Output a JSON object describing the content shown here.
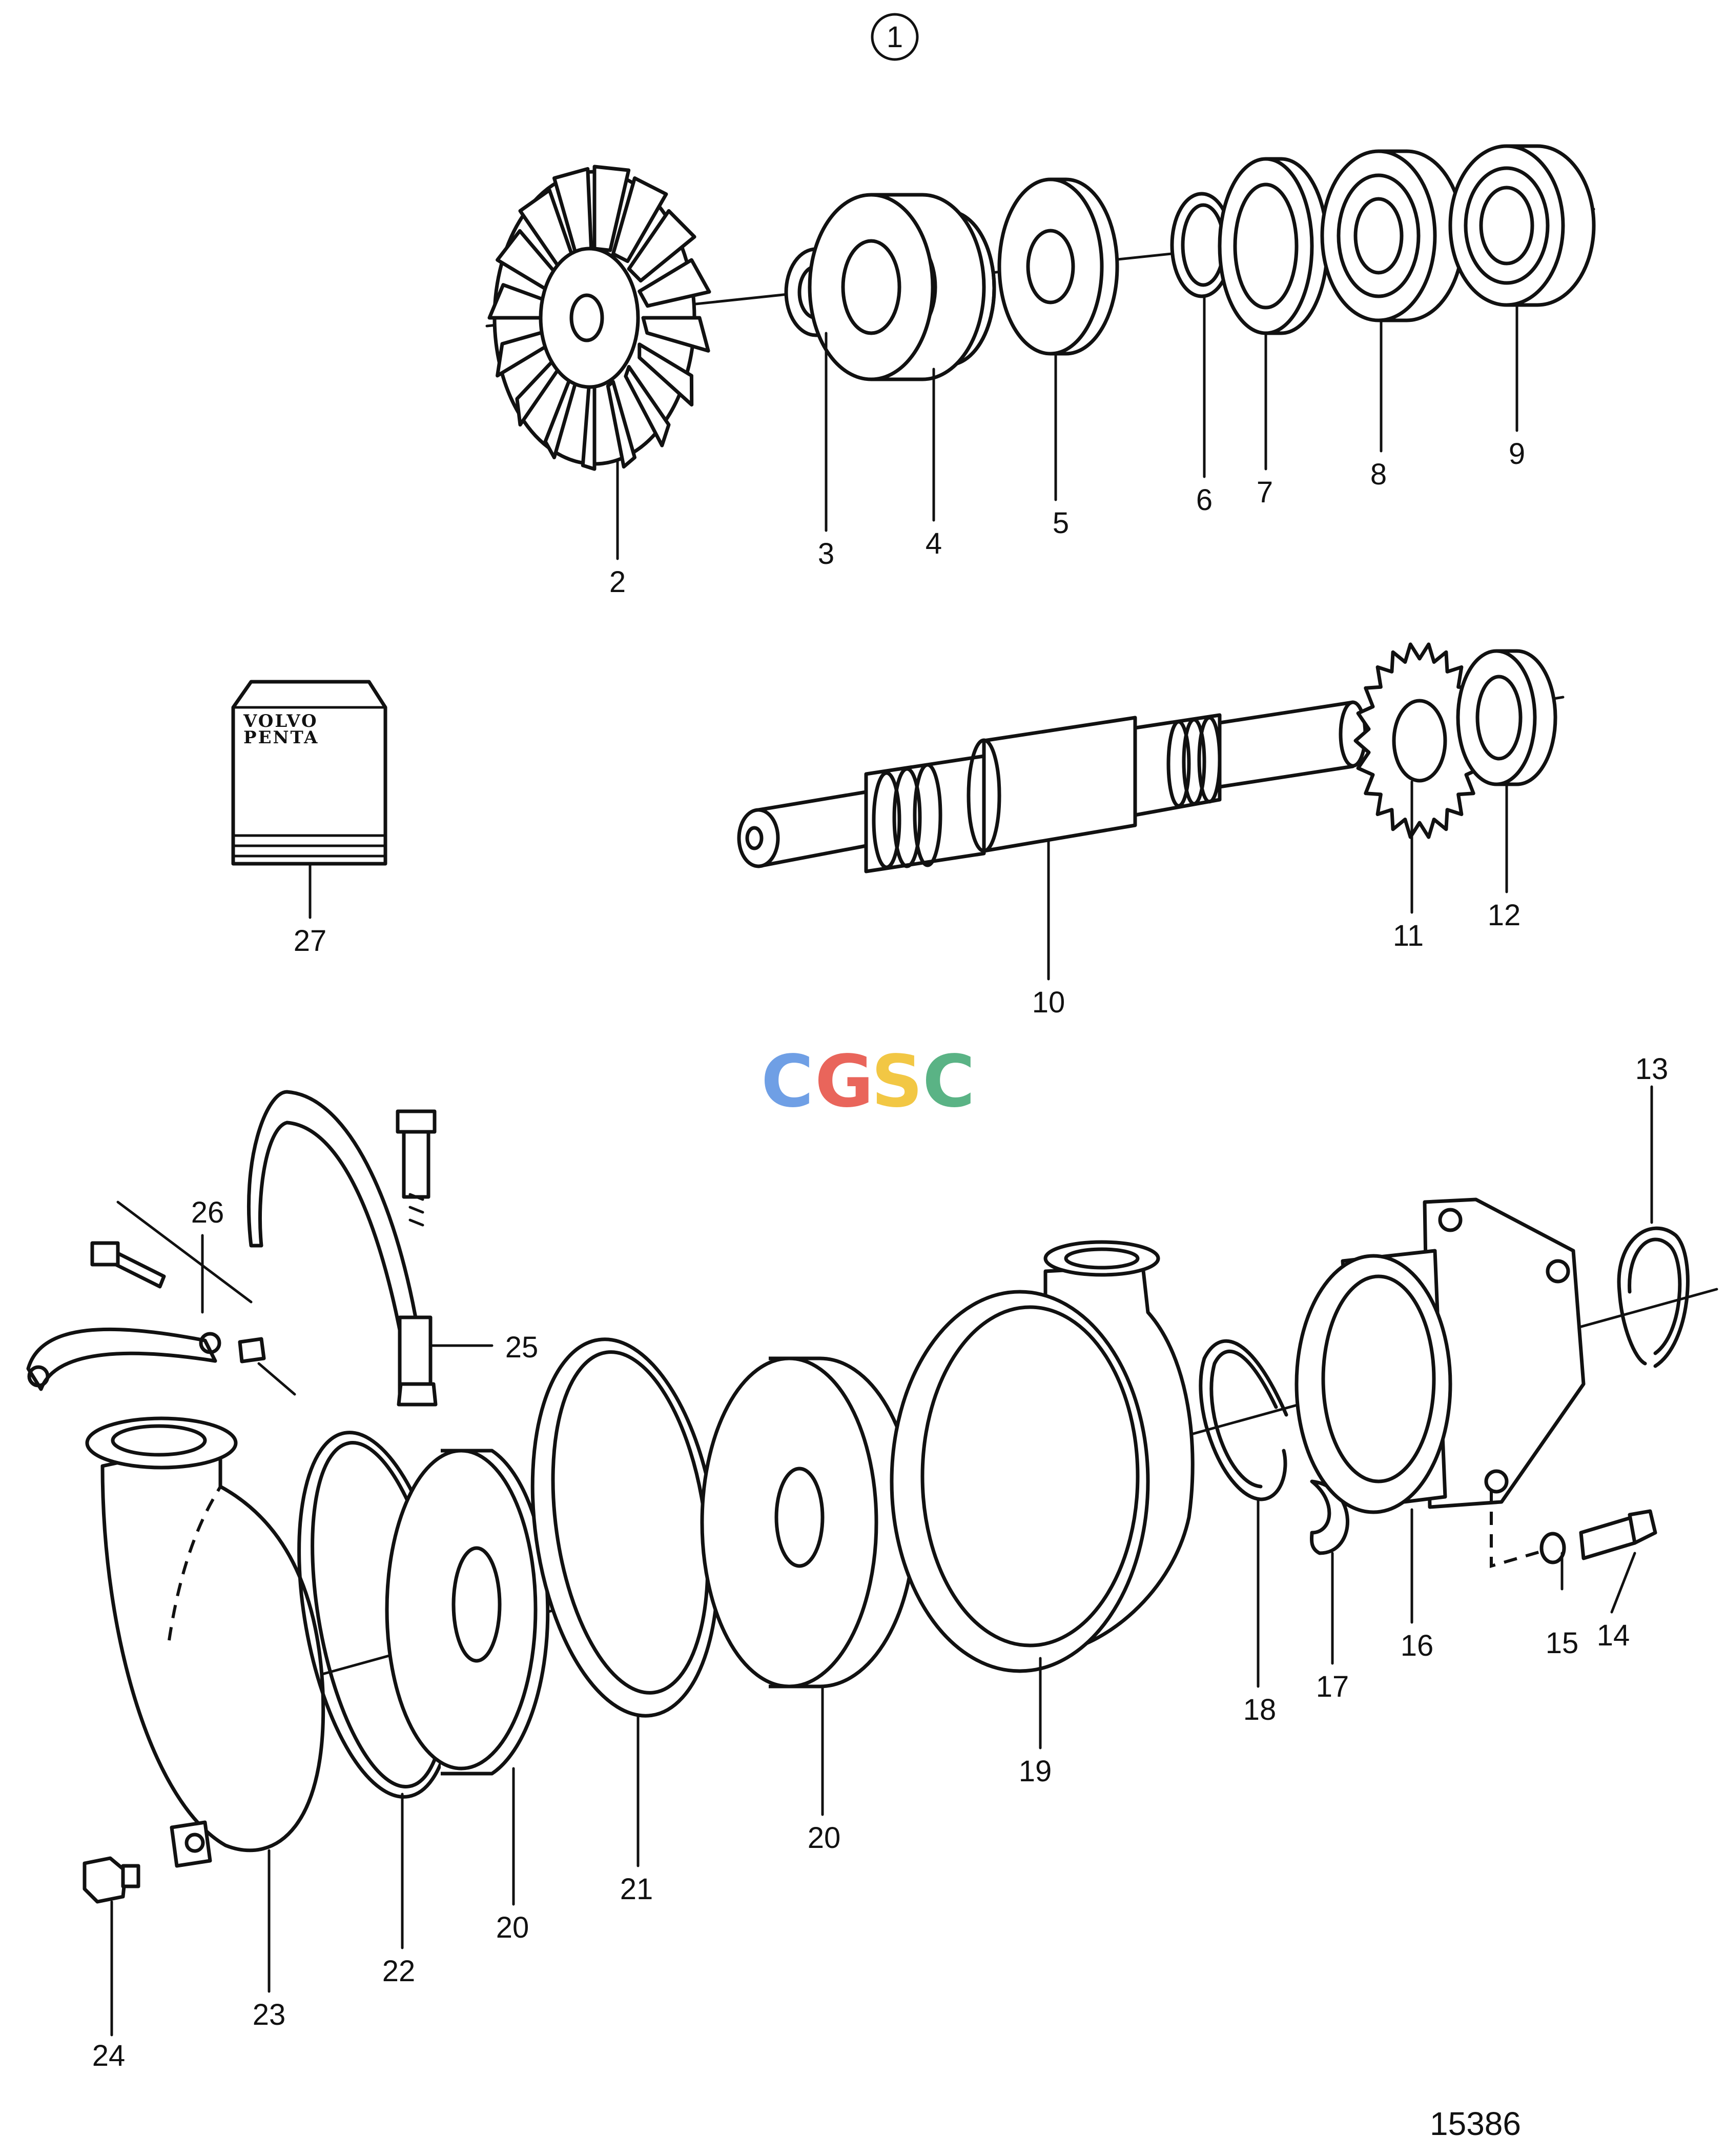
{
  "group_label": "1",
  "watermark": {
    "letters": [
      "C",
      "G",
      "S",
      "C"
    ],
    "colors": [
      "#6f9fe5",
      "#e9655b",
      "#f2c744",
      "#5ab385"
    ]
  },
  "kit_brand": [
    "VOLVO",
    "PENTA"
  ],
  "figure_code": "15386",
  "callouts": [
    "2",
    "3",
    "4",
    "5",
    "6",
    "7",
    "8",
    "9",
    "27",
    "10",
    "11",
    "12",
    "13",
    "26",
    "25",
    "14",
    "15",
    "16",
    "17",
    "18",
    "19",
    "20",
    "21",
    "20",
    "22",
    "23",
    "24"
  ]
}
